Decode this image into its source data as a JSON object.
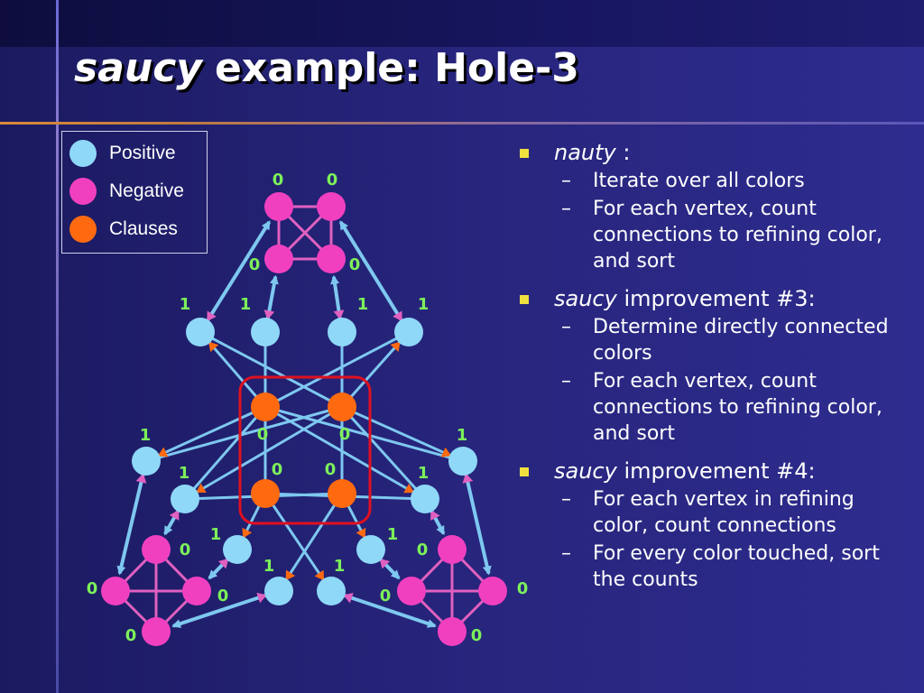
{
  "title": {
    "italic": "saucy",
    "rest": "example: Hole-3"
  },
  "legend": [
    {
      "label": "Positive",
      "color": "#8fd8f8"
    },
    {
      "label": "Negative",
      "color": "#f040c0"
    },
    {
      "label": "Clauses",
      "color": "#ff6a10"
    }
  ],
  "bullets": [
    {
      "italic": "nauty",
      "text": " :",
      "subs": [
        "Iterate over all colors",
        "For each vertex, count connections to refining color, and sort"
      ]
    },
    {
      "italic": "saucy",
      "text": " improvement #3:",
      "subs": [
        "Determine directly connected colors",
        "For each vertex, count connections to refining color, and sort"
      ]
    },
    {
      "italic": "saucy",
      "text": " improvement #4:",
      "subs": [
        "For each vertex in refining color, count connections",
        "For every color touched, sort the counts"
      ]
    }
  ],
  "graph": {
    "colors": {
      "positive": "#8fd8f8",
      "negative": "#f040c0",
      "clause": "#ff6a10",
      "edge": "#7ec8f0",
      "clique_edge": "#e060c0",
      "label": "#7cf05a",
      "highlight": "#e01020"
    },
    "labels": {
      "top_neg": [
        "0",
        "0",
        "0",
        "0"
      ],
      "upper_pos": [
        "1",
        "1",
        "1",
        "1"
      ],
      "center_clauses": [
        "0",
        "0",
        "0",
        "0"
      ],
      "side_pos": [
        "1",
        "1",
        "1",
        "1",
        "1",
        "1",
        "1",
        "1"
      ],
      "bottom_pos": [
        "1",
        "1"
      ],
      "left_neg": [
        "0",
        "0",
        "0",
        "0"
      ],
      "right_neg": [
        "0",
        "0",
        "0",
        "0"
      ]
    }
  }
}
